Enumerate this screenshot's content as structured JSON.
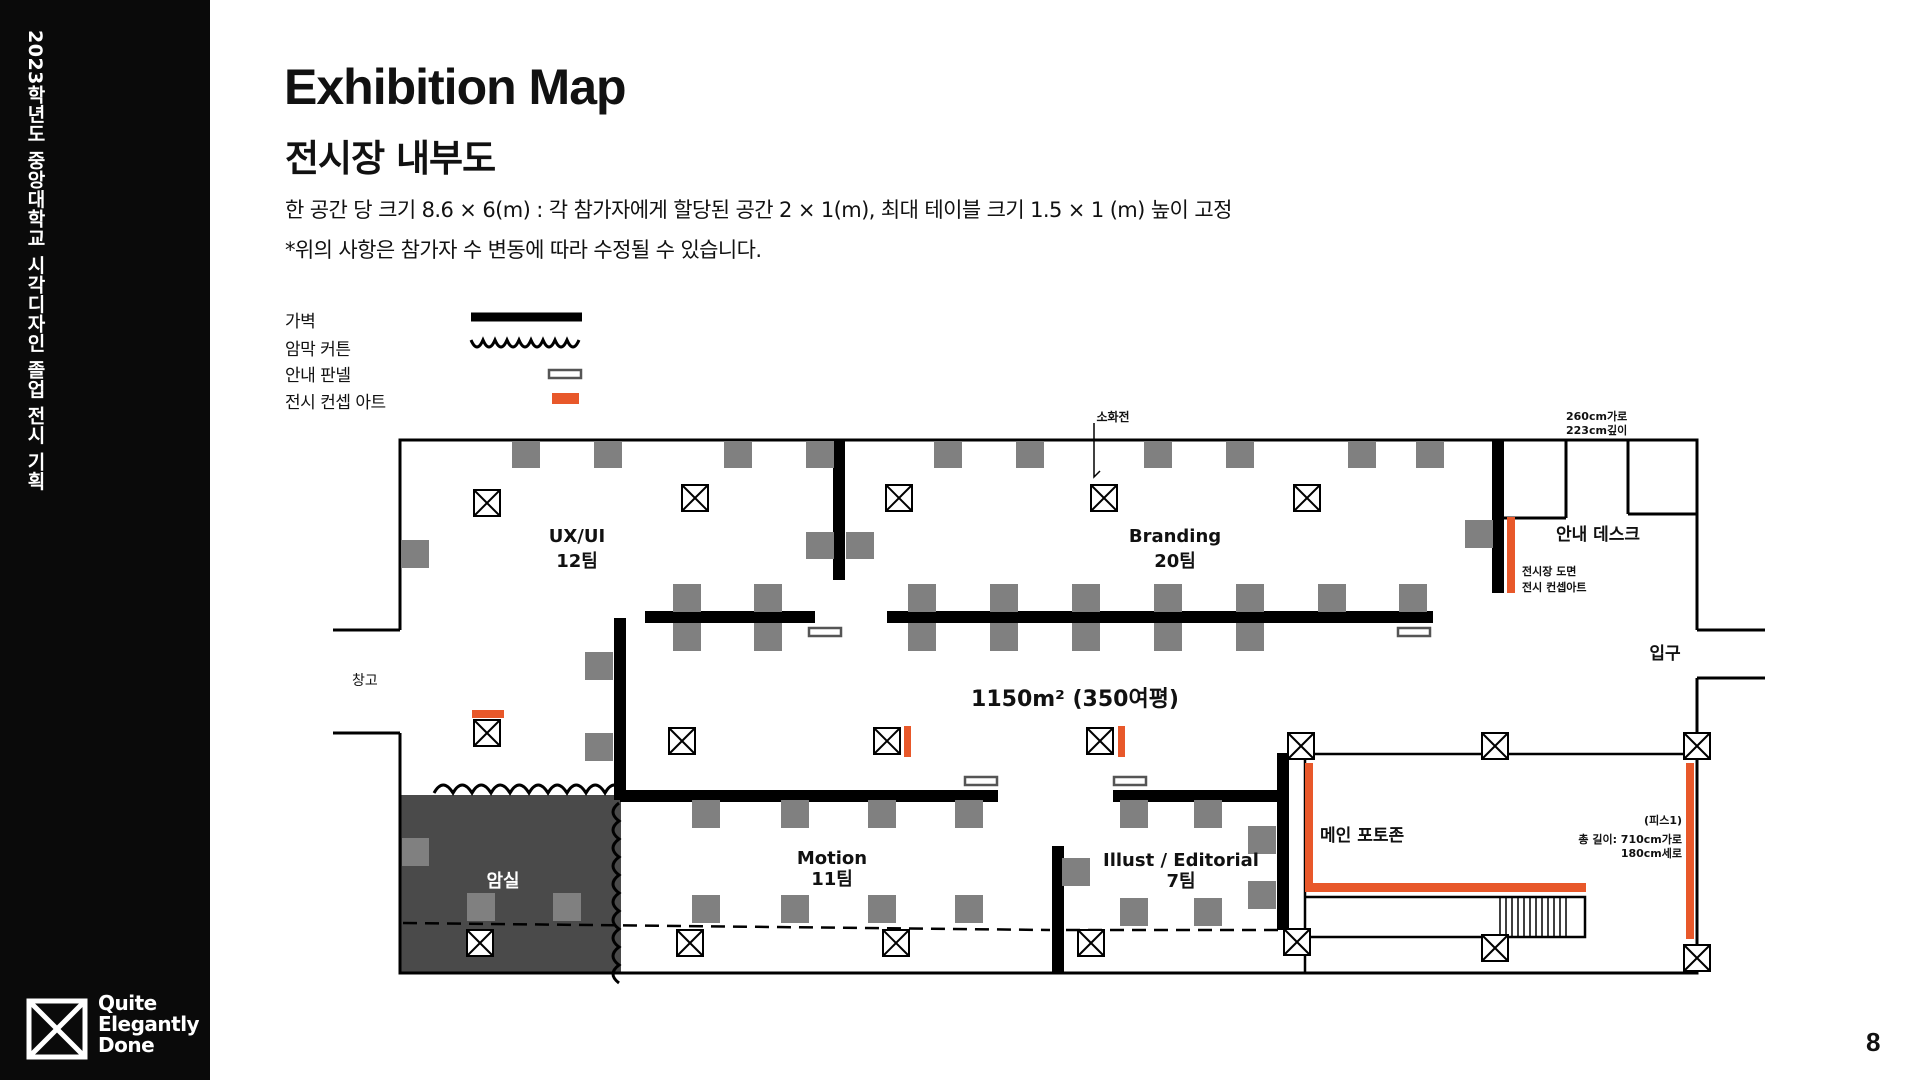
{
  "sidebar": {
    "title": "2023학년도 중앙대학교 시각디자인 졸업 전시 기획",
    "logo_lines": [
      "Quite",
      "Elegantly",
      "Done"
    ]
  },
  "header": {
    "title": "Exhibition Map",
    "subtitle": "전시장 내부도",
    "description_line1": "한 공간 당 크기 8.6 × 6(m) : 각 참가자에게 할당된 공간 2 × 1(m), 최대 테이블 크기 1.5 × 1 (m) 높이 고정",
    "description_line2": "*위의 사항은 참가자 수 변동에 따라 수정될 수 있습니다."
  },
  "legend": [
    {
      "label": "가벽",
      "symbol": "partition-wall"
    },
    {
      "label": "암막 커튼",
      "symbol": "blackout-curtain"
    },
    {
      "label": "안내 판넬",
      "symbol": "guide-panel"
    },
    {
      "label": "전시 컨셉 아트",
      "symbol": "concept-art"
    }
  ],
  "map": {
    "area": "1150m² (350여평)",
    "fire_extinguisher": "소화전",
    "desk_dimensions_line1": "260cm가로",
    "desk_dimensions_line2": "223cm깊이",
    "info_desk": "안내 데스크",
    "floor_plan_label": "전시장 도면",
    "concept_art_label": "전시 컨셉아트",
    "entrance": "입구",
    "storage": "창고",
    "dark_room": "암실",
    "main_photo_zone": "메인 포토존",
    "photo_zone_ref": "(피스1)",
    "photo_zone_size_line1": "총 길이: 710cm가로",
    "photo_zone_size_line2": "180cm세로",
    "zones": [
      {
        "name": "UX/UI",
        "teams": "12팀"
      },
      {
        "name": "Branding",
        "teams": "20팀"
      },
      {
        "name": "Motion",
        "teams": "11팀"
      },
      {
        "name": "Illust / Editorial",
        "teams": "7팀"
      }
    ]
  },
  "colors": {
    "sidebar_bg": "#0a0a0a",
    "wall": "#000000",
    "table": "#808080",
    "dark_room": "#4a4a4a",
    "concept_art": "#e8582a"
  },
  "page_number": "8"
}
